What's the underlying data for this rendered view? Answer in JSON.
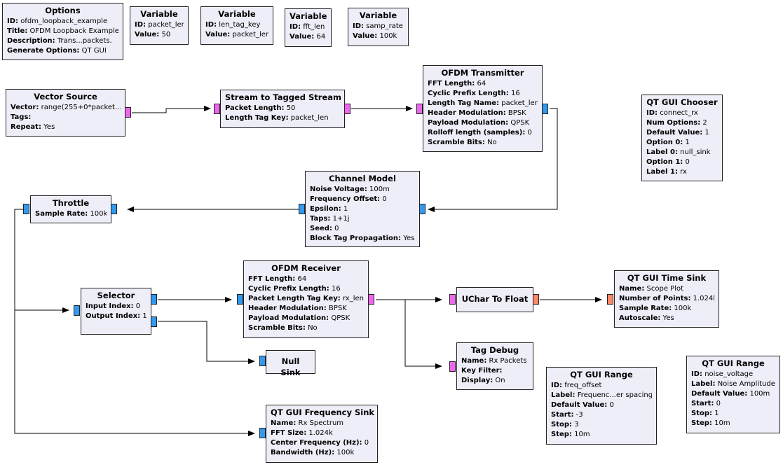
{
  "blocks": {
    "options": {
      "title": "Options",
      "params": [
        [
          "ID:",
          "ofdm_loopback_example"
        ],
        [
          "Title:",
          "OFDM Loopback Example"
        ],
        [
          "Description:",
          "Trans...packets."
        ],
        [
          "Generate Options:",
          "QT GUI"
        ]
      ]
    },
    "var_packet_len": {
      "title": "Variable",
      "params": [
        [
          "ID:",
          "packet_len"
        ],
        [
          "Value:",
          "50"
        ]
      ]
    },
    "var_len_tag_key": {
      "title": "Variable",
      "params": [
        [
          "ID:",
          "len_tag_key"
        ],
        [
          "Value:",
          "packet_len"
        ]
      ]
    },
    "var_fft_len": {
      "title": "Variable",
      "params": [
        [
          "ID:",
          "fft_len"
        ],
        [
          "Value:",
          "64"
        ]
      ]
    },
    "var_samp_rate": {
      "title": "Variable",
      "params": [
        [
          "ID:",
          "samp_rate"
        ],
        [
          "Value:",
          "100k"
        ]
      ]
    },
    "vector_source": {
      "title": "Vector Source",
      "params": [
        [
          "Vector:",
          "range(255+0*packet..."
        ],
        [
          "Tags:",
          ""
        ],
        [
          "Repeat:",
          "Yes"
        ]
      ]
    },
    "stream_to_tagged": {
      "title": "Stream to Tagged Stream",
      "params": [
        [
          "Packet Length:",
          "50"
        ],
        [
          "Length Tag Key:",
          "packet_len"
        ]
      ]
    },
    "ofdm_tx": {
      "title": "OFDM Transmitter",
      "params": [
        [
          "FFT Length:",
          "64"
        ],
        [
          "Cyclic Prefix Length:",
          "16"
        ],
        [
          "Length Tag Name:",
          "packet_len"
        ],
        [
          "Header Modulation:",
          "BPSK"
        ],
        [
          "Payload Modulation:",
          "QPSK"
        ],
        [
          "Rolloff length (samples):",
          "0"
        ],
        [
          "Scramble Bits:",
          "No"
        ]
      ]
    },
    "qt_chooser": {
      "title": "QT GUI Chooser",
      "params": [
        [
          "ID:",
          "connect_rx"
        ],
        [
          "Num Options:",
          "2"
        ],
        [
          "Default Value:",
          "1"
        ],
        [
          "Option 0:",
          "1"
        ],
        [
          "Label 0:",
          "null_sink"
        ],
        [
          "Option 1:",
          "0"
        ],
        [
          "Label 1:",
          "rx"
        ]
      ]
    },
    "channel_model": {
      "title": "Channel Model",
      "params": [
        [
          "Noise Voltage:",
          "100m"
        ],
        [
          "Frequency Offset:",
          "0"
        ],
        [
          "Epsilon:",
          "1"
        ],
        [
          "Taps:",
          "1+1j"
        ],
        [
          "Seed:",
          "0"
        ],
        [
          "Block Tag Propagation:",
          "Yes"
        ]
      ]
    },
    "throttle": {
      "title": "Throttle",
      "params": [
        [
          "Sample Rate:",
          "100k"
        ]
      ]
    },
    "ofdm_rx": {
      "title": "OFDM Receiver",
      "params": [
        [
          "FFT Length:",
          "64"
        ],
        [
          "Cyclic Prefix Length:",
          "16"
        ],
        [
          "Packet Length Tag Key:",
          "rx_len"
        ],
        [
          "Header Modulation:",
          "BPSK"
        ],
        [
          "Payload Modulation:",
          "QPSK"
        ],
        [
          "Scramble Bits:",
          "No"
        ]
      ]
    },
    "selector": {
      "title": "Selector",
      "params": [
        [
          "Input Index:",
          "0"
        ],
        [
          "Output Index:",
          "1"
        ]
      ]
    },
    "uchar_to_float": {
      "title": "UChar To Float",
      "params": []
    },
    "time_sink": {
      "title": "QT GUI Time Sink",
      "params": [
        [
          "Name:",
          "Scope Plot"
        ],
        [
          "Number of Points:",
          "1.024k"
        ],
        [
          "Sample Rate:",
          "100k"
        ],
        [
          "Autoscale:",
          "Yes"
        ]
      ]
    },
    "null_sink": {
      "title": "Null Sink",
      "params": []
    },
    "tag_debug": {
      "title": "Tag Debug",
      "params": [
        [
          "Name:",
          "Rx Packets"
        ],
        [
          "Key Filter:",
          ""
        ],
        [
          "Display:",
          "On"
        ]
      ]
    },
    "range_freq": {
      "title": "QT GUI Range",
      "params": [
        [
          "ID:",
          "freq_offset"
        ],
        [
          "Label:",
          "Frequenc...er spacing)"
        ],
        [
          "Default Value:",
          "0"
        ],
        [
          "Start:",
          "-3"
        ],
        [
          "Stop:",
          "3"
        ],
        [
          "Step:",
          "10m"
        ]
      ]
    },
    "range_noise": {
      "title": "QT GUI Range",
      "params": [
        [
          "ID:",
          "noise_voltage"
        ],
        [
          "Label:",
          "Noise Amplitude"
        ],
        [
          "Default Value:",
          "100m"
        ],
        [
          "Start:",
          "0"
        ],
        [
          "Stop:",
          "1"
        ],
        [
          "Step:",
          "10m"
        ]
      ]
    },
    "freq_sink": {
      "title": "QT GUI Frequency Sink",
      "params": [
        [
          "Name:",
          "Rx Spectrum"
        ],
        [
          "FFT Size:",
          "1.024k"
        ],
        [
          "Center Frequency (Hz):",
          "0"
        ],
        [
          "Bandwidth (Hz):",
          "100k"
        ]
      ]
    }
  },
  "colors": {
    "block_bg": "#eeeef8",
    "complex_port": "#3399ee",
    "byte_port": "#ee66ee",
    "float_port": "#ff8866",
    "wire": "#000000"
  }
}
